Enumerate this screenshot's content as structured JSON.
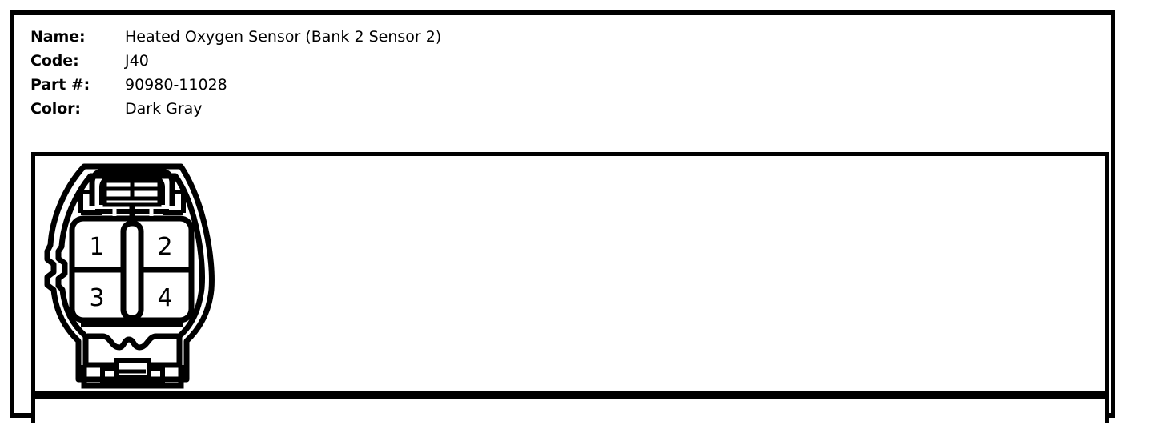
{
  "component": {
    "fields": [
      {
        "label": "Name:",
        "value": "Heated Oxygen Sensor (Bank 2 Sensor 2)"
      },
      {
        "label": "Code:",
        "value": "J40"
      },
      {
        "label": "Part #:",
        "value": "90980-11028"
      },
      {
        "label": "Color:",
        "value": "Dark Gray"
      }
    ]
  },
  "diagram": {
    "type": "connector-pinout",
    "icon": "connector-face-view-icon",
    "pin_count": 4,
    "pins": [
      {
        "number": "1",
        "position": "top-left"
      },
      {
        "number": "2",
        "position": "top-right"
      },
      {
        "number": "3",
        "position": "bottom-left"
      },
      {
        "number": "4",
        "position": "bottom-right"
      }
    ],
    "features": {
      "top_latch": "lock-tab-icon",
      "bottom_tab": "retainer-tab-icon",
      "left_notches": "side-rib-icon",
      "center_keyway": "keyway-divider-icon"
    },
    "stroke_color": "#000000",
    "fill_color": "#ffffff"
  },
  "bottom_strip": {
    "content": ""
  }
}
